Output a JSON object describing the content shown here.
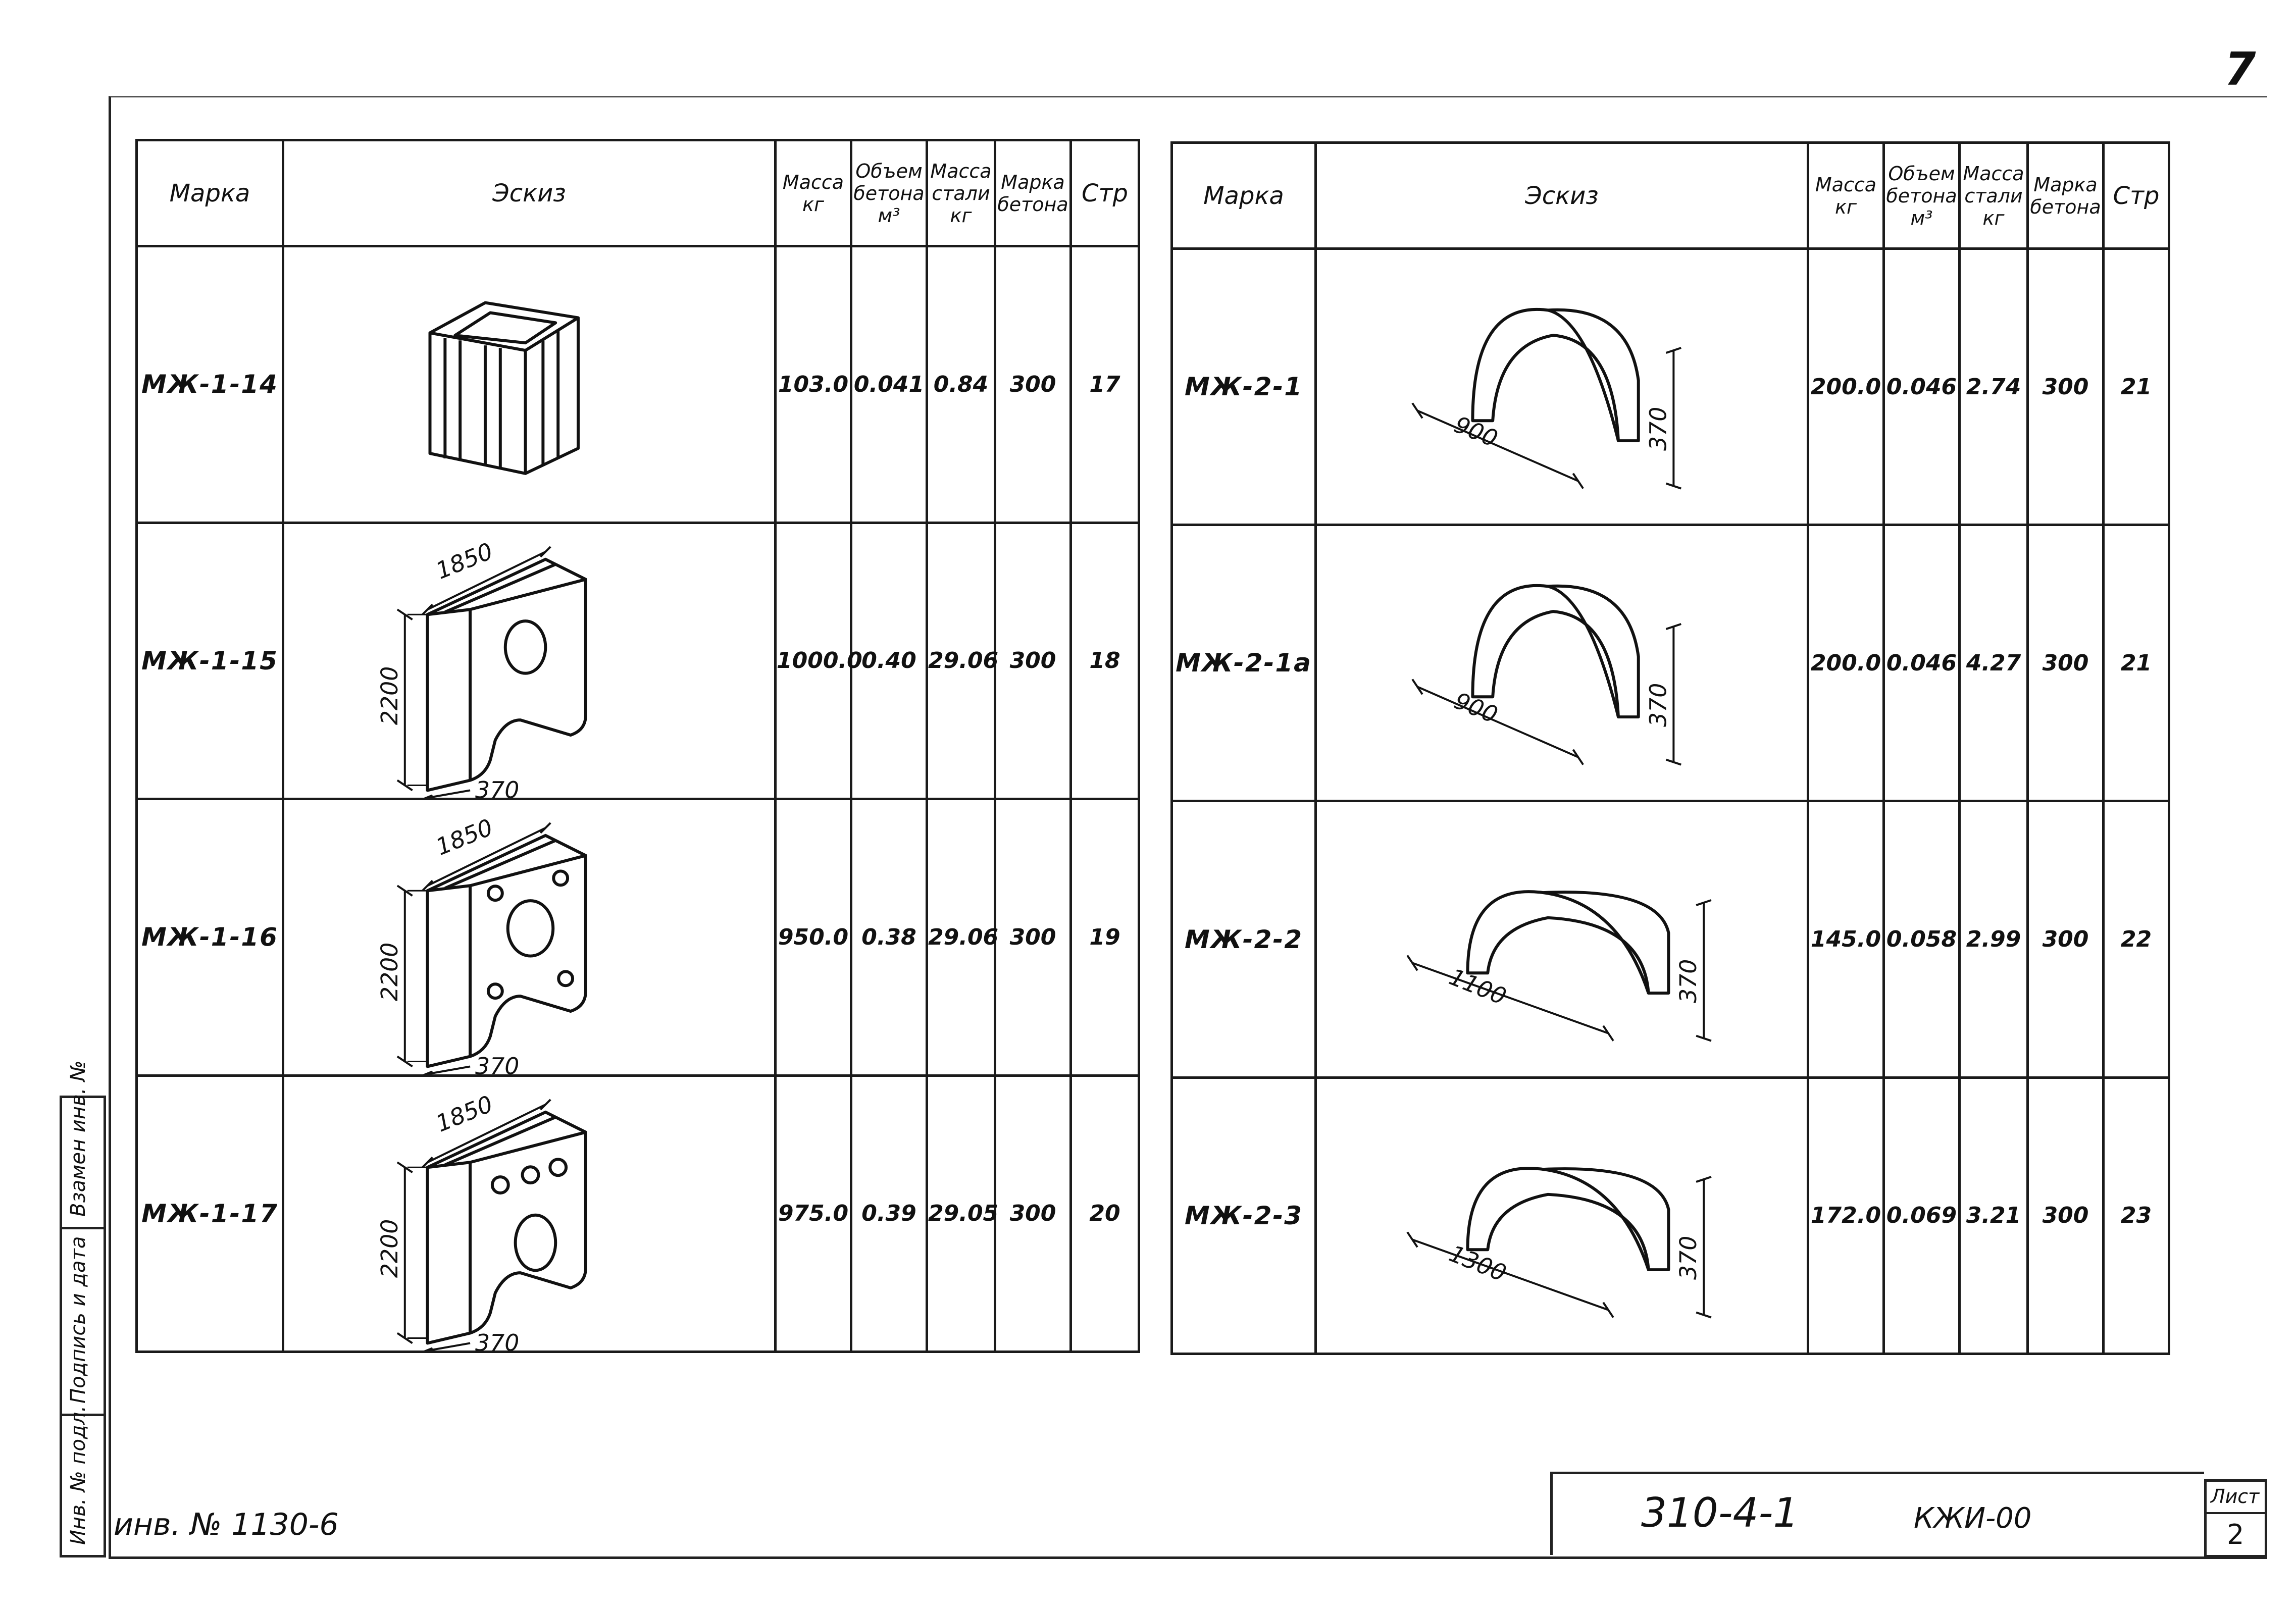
{
  "sheet_corner_mark": "7",
  "table_headers": {
    "mark": "Марка",
    "sketch": "Эскиз",
    "mass": "Масса",
    "mass_unit": "кг",
    "concrete_volume": "Объем бетона",
    "concrete_volume_unit": "м³",
    "steel_mass": "Масса стали",
    "steel_mass_unit": "кг",
    "concrete_grade": "Марка бетона",
    "page": "Стр"
  },
  "left_rows": [
    {
      "mark": "МЖ-1-14",
      "mass": "103.0",
      "volume": "0.041",
      "steel": "0.84",
      "grade": "300",
      "page": "17",
      "sketch": "block",
      "dims": []
    },
    {
      "mark": "МЖ-1-15",
      "mass": "1000.0",
      "volume": "0.40",
      "steel": "29.06",
      "grade": "300",
      "page": "18",
      "sketch": "plate-1",
      "dims": [
        "1850",
        "2200",
        "370"
      ]
    },
    {
      "mark": "МЖ-1-16",
      "mass": "950.0",
      "volume": "0.38",
      "steel": "29.06",
      "grade": "300",
      "page": "19",
      "sketch": "plate-3",
      "dims": [
        "1850",
        "2200",
        "370"
      ]
    },
    {
      "mark": "МЖ-1-17",
      "mass": "975.0",
      "volume": "0.39",
      "steel": "29.05",
      "grade": "300",
      "page": "20",
      "sketch": "plate-4",
      "dims": [
        "1850",
        "2200",
        "370"
      ]
    }
  ],
  "right_rows": [
    {
      "mark": "МЖ-2-1",
      "mass": "200.0",
      "volume": "0.046",
      "steel": "2.74",
      "grade": "300",
      "page": "21",
      "sketch": "arch",
      "dims": [
        "900",
        "370"
      ]
    },
    {
      "mark": "МЖ-2-1а",
      "mass": "200.0",
      "volume": "0.046",
      "steel": "4.27",
      "grade": "300",
      "page": "21",
      "sketch": "arch",
      "dims": [
        "900",
        "370"
      ]
    },
    {
      "mark": "МЖ-2-2",
      "mass": "145.0",
      "volume": "0.058",
      "steel": "2.99",
      "grade": "300",
      "page": "22",
      "sketch": "arch-wide",
      "dims": [
        "1100",
        "370"
      ]
    },
    {
      "mark": "МЖ-2-3",
      "mass": "172.0",
      "volume": "0.069",
      "steel": "3.21",
      "grade": "300",
      "page": "23",
      "sketch": "arch-wide",
      "dims": [
        "1300",
        "370"
      ]
    }
  ],
  "side_stamp": [
    "Инв. № подл.",
    "Подпись и дата",
    "Взамен инв. №"
  ],
  "inventory": "инв. № 1130-6",
  "title_block": {
    "series": "310-4-1",
    "code": "КЖИ-00",
    "sheet_label": "Лист",
    "sheet_number": "2"
  }
}
